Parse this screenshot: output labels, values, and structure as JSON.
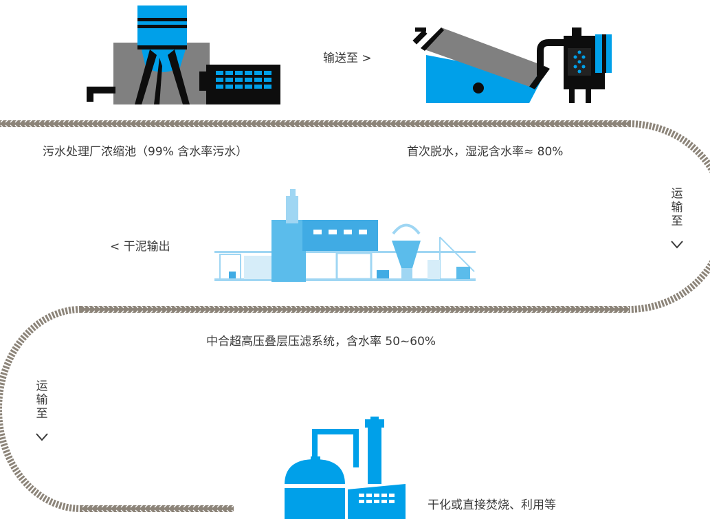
{
  "colors": {
    "accent": "#00a0e9",
    "dark": "#0d0d0d",
    "gray": "#808080",
    "rope": "#8c8479",
    "text": "#3a3a3a"
  },
  "flow": {
    "to_dewater": "输送至 >",
    "transport_right": "运输至",
    "transport_left": "运输至",
    "dry_output": "< 干泥输出"
  },
  "steps": {
    "thickening": "污水处理厂浓缩池（99% 含水率污水）",
    "first_dewatering": "首次脱水，湿泥含水率≈ 80%",
    "press_system": "中合超高压叠层压滤系统，含水率 50~60%",
    "final": "干化或直接焚烧、利用等"
  },
  "icons": {
    "thickener": "thickener-tank-icon",
    "dewater": "screw-press-dewatering-machine-icon",
    "press": "filter-press-plant-icon",
    "incinerator": "incineration-plant-icon",
    "chevron_down": "chevron-down-icon"
  }
}
